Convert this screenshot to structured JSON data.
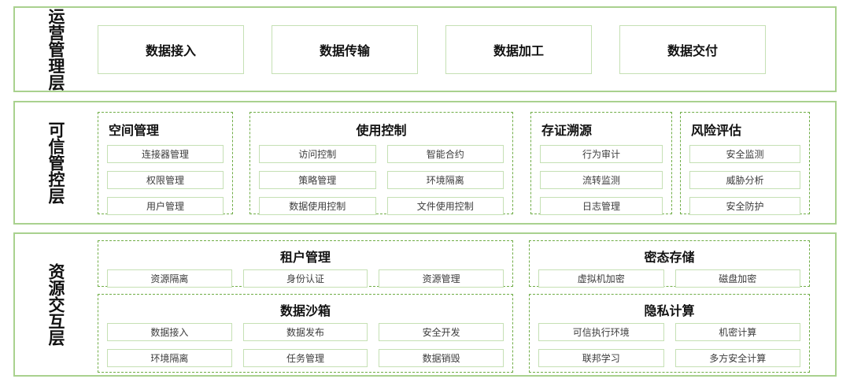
{
  "colors": {
    "section-border": "#a9d18e",
    "group-border": "#70ad47",
    "item-border": "#c5e0b4",
    "title-color": "#111111",
    "item-color": "#3c3c3c"
  },
  "layers": [
    {
      "label": "运营管理层",
      "boxes": [
        "数据接入",
        "数据传输",
        "数据加工",
        "数据交付"
      ]
    },
    {
      "label": "可信管控层",
      "groups": [
        {
          "title": "空间管理",
          "items": [
            "连接器管理",
            "权限管理",
            "用户管理"
          ]
        },
        {
          "title": "使用控制",
          "items": [
            "访问控制",
            "智能合约",
            "策略管理",
            "环境隔离",
            "数据使用控制",
            "文件使用控制"
          ]
        },
        {
          "title": "存证溯源",
          "items": [
            "行为审计",
            "流转监测",
            "日志管理"
          ]
        },
        {
          "title": "风险评估",
          "items": [
            "安全监测",
            "威胁分析",
            "安全防护"
          ]
        }
      ]
    },
    {
      "label": "资源交互层",
      "groups": [
        {
          "title": "租户管理",
          "items": [
            "资源隔离",
            "身份认证",
            "资源管理"
          ]
        },
        {
          "title": "数据沙箱",
          "items": [
            "数据接入",
            "数据发布",
            "安全开发",
            "环境隔离",
            "任务管理",
            "数据销毁"
          ]
        },
        {
          "title": "密态存储",
          "items": [
            "虚拟机加密",
            "磁盘加密"
          ]
        },
        {
          "title": "隐私计算",
          "items": [
            "可信执行环境",
            "机密计算",
            "联邦学习",
            "多方安全计算"
          ]
        }
      ]
    }
  ]
}
